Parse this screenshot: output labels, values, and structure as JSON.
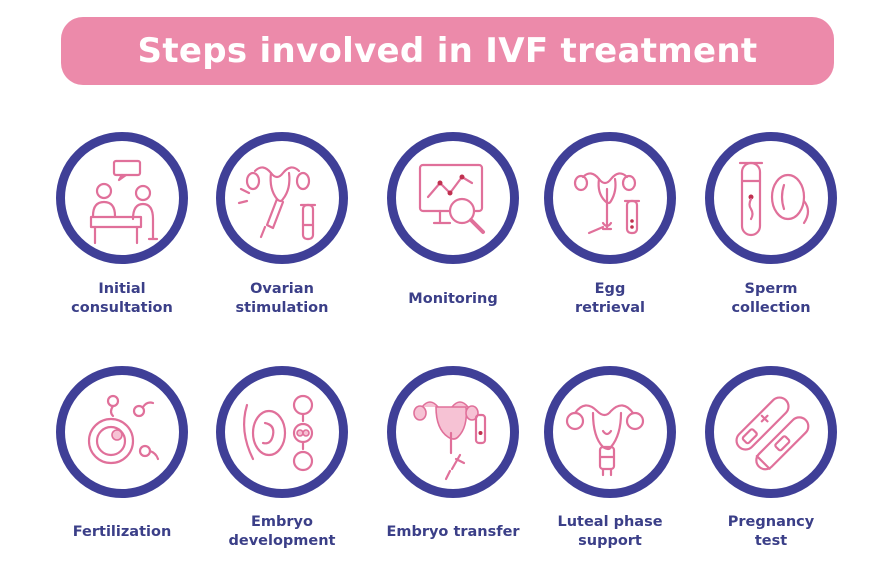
{
  "title": "Steps involved in IVF treatment",
  "colors": {
    "banner": "#ec8aaa",
    "ring": "#3f3f97",
    "label": "#3b3f88",
    "icon_line": "#e0709a"
  },
  "steps": [
    {
      "label": "Initial\nconsultation",
      "icon": "consultation-icon"
    },
    {
      "label": "Ovarian\nstimulation",
      "icon": "ovaries-syringe-icon"
    },
    {
      "label": "Monitoring",
      "icon": "monitor-magnifier-icon"
    },
    {
      "label": "Egg\nretrieval",
      "icon": "egg-retrieval-icon"
    },
    {
      "label": "Sperm\ncollection",
      "icon": "sperm-tube-icon"
    },
    {
      "label": "Fertilization",
      "icon": "egg-sperm-icon"
    },
    {
      "label": "Embryo\ndevelopment",
      "icon": "embryo-icon"
    },
    {
      "label": "Embryo transfer",
      "icon": "uterus-syringe-icon"
    },
    {
      "label": "Luteal phase\nsupport",
      "icon": "uterus-icon"
    },
    {
      "label": "Pregnancy\ntest",
      "icon": "pregnancy-test-icon"
    }
  ]
}
